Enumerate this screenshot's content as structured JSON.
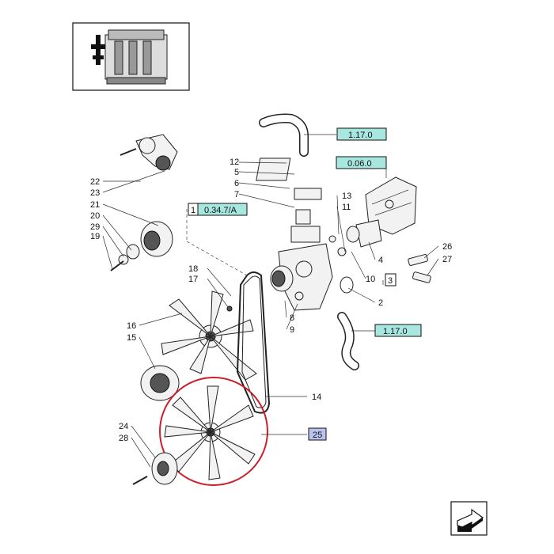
{
  "part_labels": {
    "p12": "12",
    "p5": "5",
    "p6": "6",
    "p7": "7",
    "p13": "13",
    "p11": "11",
    "p1": "1",
    "p22": "22",
    "p23": "23",
    "p21": "21",
    "p20": "20",
    "p29": "29",
    "p19": "19",
    "p18": "18",
    "p17": "17",
    "p16": "16",
    "p15": "15",
    "p8": "8",
    "p9": "9",
    "p4": "4",
    "p10": "10",
    "p2": "2",
    "p26": "26",
    "p27": "27",
    "p14": "14",
    "p24": "24",
    "p28": "28",
    "p3": "3"
  },
  "references": {
    "ref_top": "1.17.0",
    "ref_head": "0.06.0",
    "ref_pump": "0.34.7/A",
    "ref_lower": "1.17.0",
    "ref_highlight": "25"
  },
  "colors": {
    "ref_fill": "#a8e6e0",
    "highlight_fill": "#b9c3ee",
    "highlight_circle": "#cc1f2a",
    "line": "#222222"
  },
  "icons": {
    "thumbnail": "engine-thumbnail-icon",
    "next_page": "next-page-arrow-icon"
  }
}
